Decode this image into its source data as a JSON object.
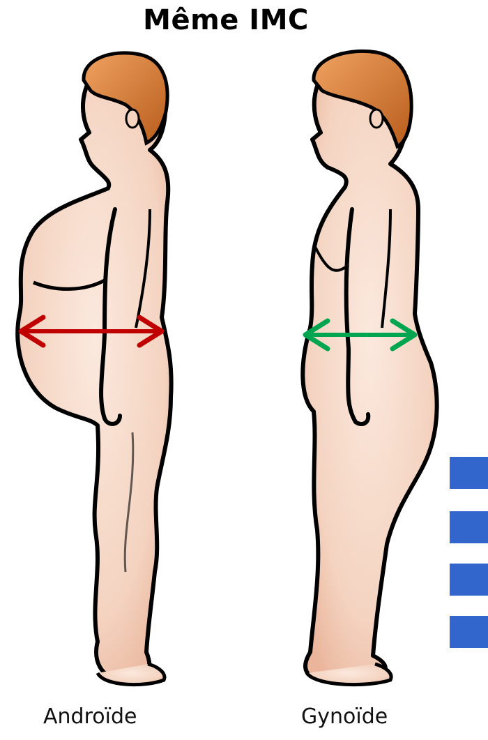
{
  "title": "Même IMC",
  "figures": [
    {
      "label": "Androïde",
      "arrow_color": "#c00000"
    },
    {
      "label": "Gynoïde",
      "arrow_color": "#00a550"
    }
  ],
  "colors": {
    "skin": "#f6dccb",
    "skin_shade": "#efbfa6",
    "hair": "#d9792c",
    "outline": "#000000",
    "accent_blue": "#3366cc"
  }
}
